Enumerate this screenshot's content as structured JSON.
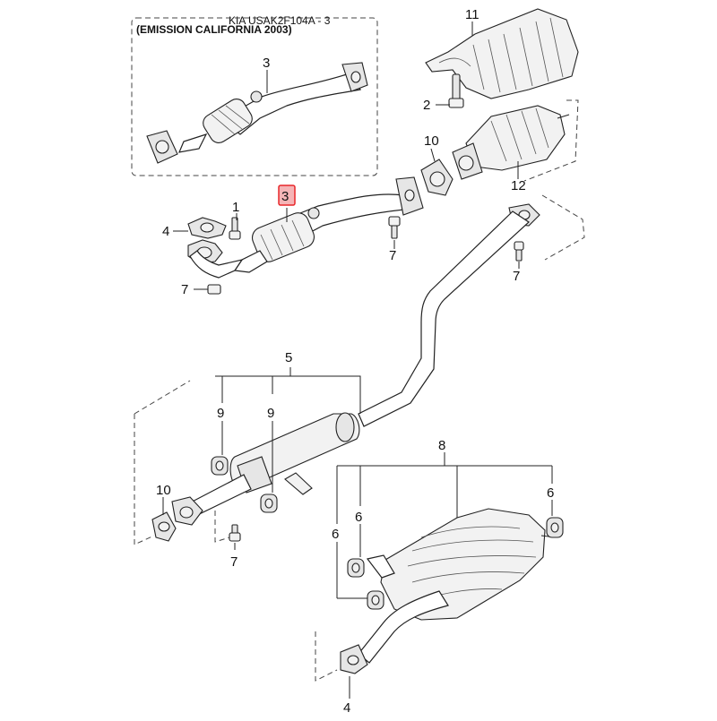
{
  "header": {
    "ref": "KIA USAK2F104A - 3"
  },
  "inset": {
    "note": "(EMISSION CALIFORNIA 2003)"
  },
  "highlight_color": "#e8262a",
  "callouts": {
    "inset_3": "3",
    "c11": "11",
    "c2": "2",
    "c10_top": "10",
    "c12": "12",
    "c3_highlight": "3",
    "c1": "1",
    "c4_left": "4",
    "c7_left": "7",
    "c7_mid": "7",
    "c7_right": "7",
    "c5": "5",
    "c9_a": "9",
    "c9_b": "9",
    "c10_bottom": "10",
    "c7_bottom": "7",
    "c8": "8",
    "c6_a": "6",
    "c6_b": "6",
    "c6_c": "6",
    "c4_bottom": "4"
  }
}
